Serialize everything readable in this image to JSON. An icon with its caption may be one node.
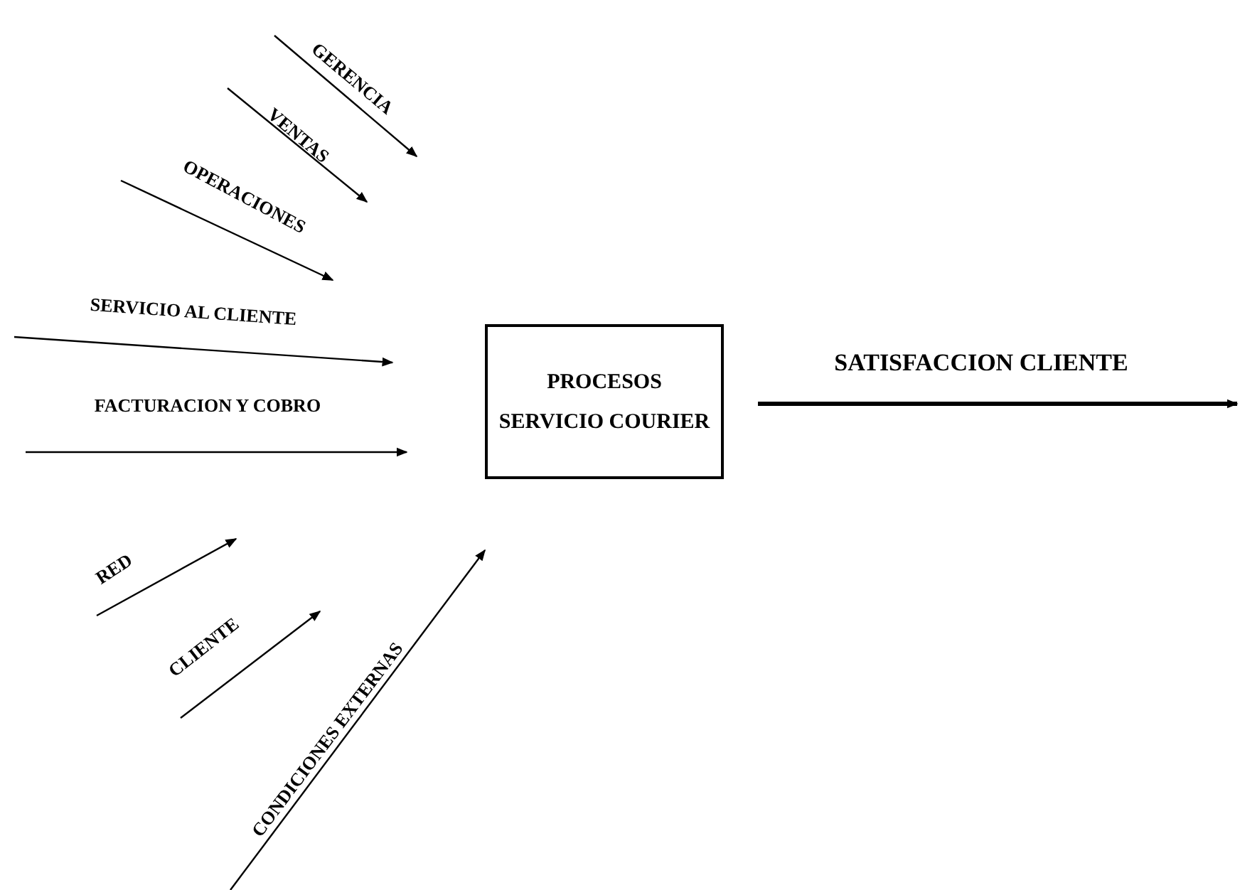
{
  "diagram": {
    "nodes": [
      {
        "text": [
          "PROCESOS",
          "SERVICIO COURIER"
        ]
      }
    ],
    "labels": [
      "GERENCIA",
      "VENTAS",
      "OPERACIONES",
      "SERVICIO AL CLIENTE",
      "SATISFACCION CLIENTE",
      "FACTURACION Y COBRO",
      "RED",
      "CLIENTE",
      "CONDICIONES EXTERNAS"
    ]
  }
}
